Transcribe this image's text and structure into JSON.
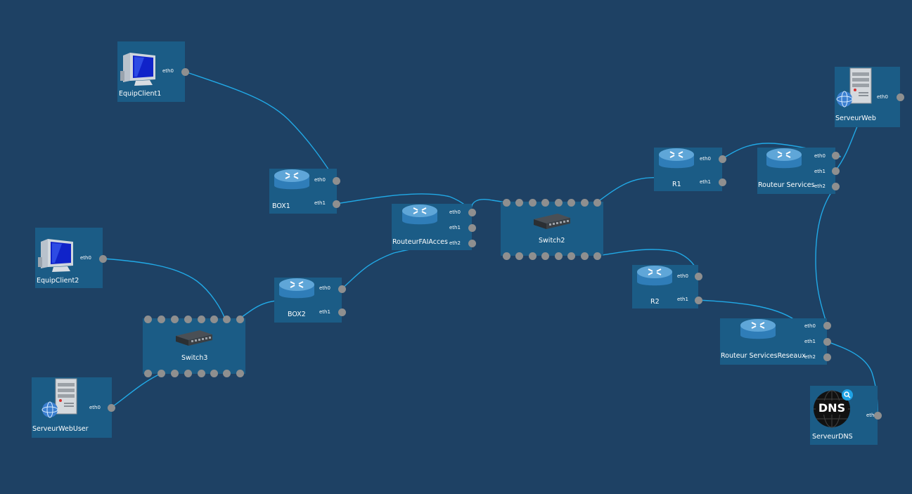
{
  "nodes": {
    "equip_client1": {
      "label": "EquipClient1",
      "ports": [
        "eth0"
      ]
    },
    "equip_client2": {
      "label": "EquipClient2",
      "ports": [
        "eth0"
      ]
    },
    "serveur_web_user": {
      "label": "ServeurWebUser",
      "ports": [
        "eth0"
      ]
    },
    "switch3": {
      "label": "Switch3"
    },
    "box1": {
      "label": "BOX1",
      "ports": [
        "eth0",
        "eth1"
      ]
    },
    "box2": {
      "label": "BOX2",
      "ports": [
        "eth0",
        "eth1"
      ]
    },
    "routeur_fai": {
      "label": "RouteurFAIAcces",
      "ports": [
        "eth0",
        "eth1",
        "eth2"
      ]
    },
    "switch2": {
      "label": "Switch2"
    },
    "r1": {
      "label": "R1",
      "ports": [
        "eth0",
        "eth1"
      ]
    },
    "r2": {
      "label": "R2",
      "ports": [
        "eth0",
        "eth1"
      ]
    },
    "routeur_services": {
      "label": "Routeur Services",
      "ports": [
        "eth0",
        "eth1",
        "eth2"
      ]
    },
    "serveur_web": {
      "label": "ServeurWeb",
      "ports": [
        "eth0"
      ]
    },
    "routeur_services_reseaux": {
      "label": "Routeur ServicesReseaux",
      "ports": [
        "eth0",
        "eth1",
        "eth2"
      ]
    },
    "serveur_dns": {
      "label": "ServeurDNS",
      "ports": [
        "eth0"
      ],
      "icon_text": "DNS"
    }
  },
  "colors": {
    "background": "#1e4164",
    "node": "#1b5c86",
    "link": "#21a9e6",
    "port": "#8f8f8f"
  },
  "icons": {
    "client": "computer-monitor-icon",
    "server": "server-tower-icon",
    "router": "router-icon",
    "switch": "network-switch-icon",
    "dns": "dns-globe-icon"
  }
}
